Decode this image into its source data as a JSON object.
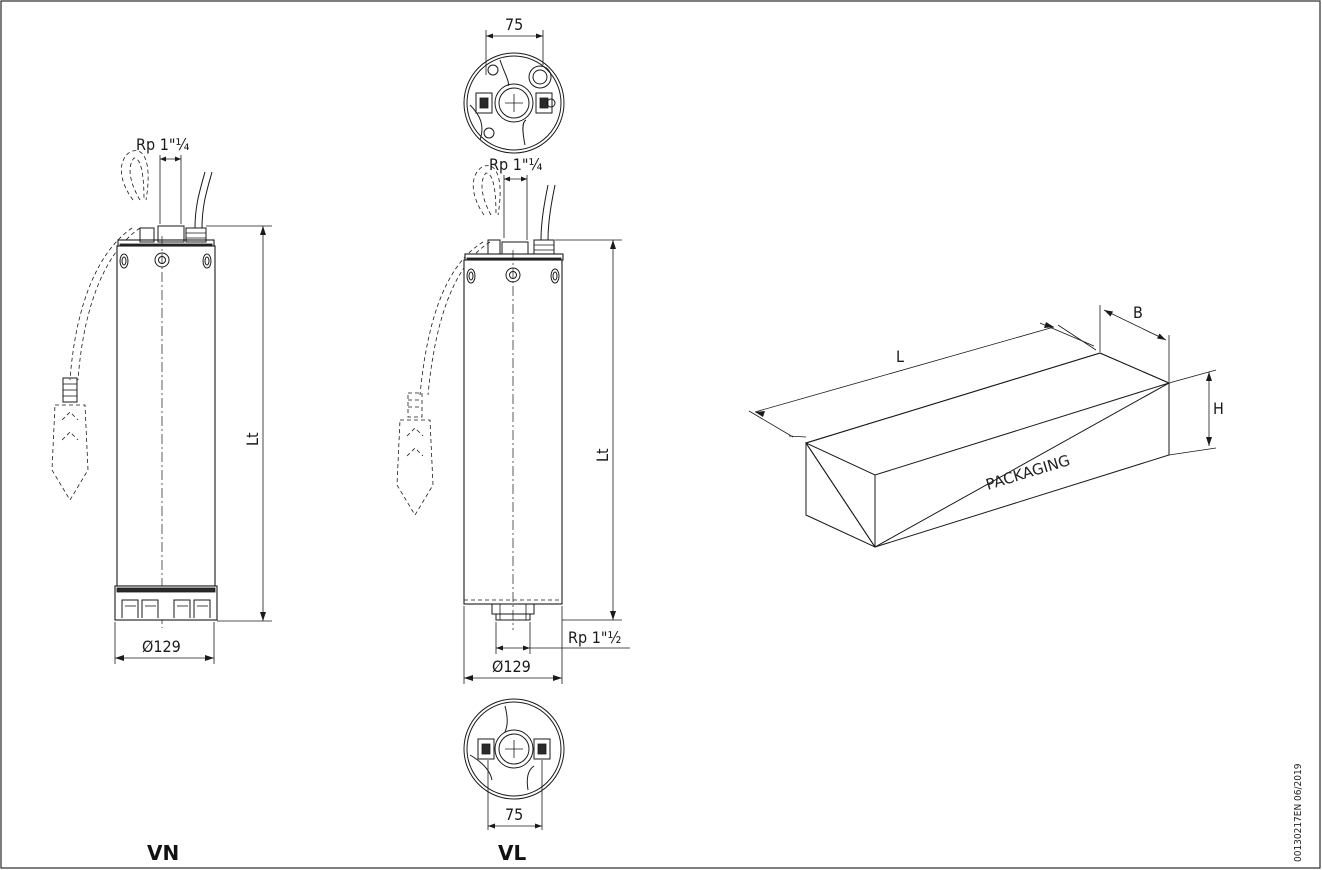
{
  "labels": {
    "vn_caption": "VN",
    "vl_caption": "VL",
    "rp_inlet_vn": "Rp 1\"¼",
    "rp_inlet_vl": "Rp 1\"¼",
    "rp_outlet_vl": "Rp 1\"½",
    "length_vn": "Lt",
    "length_vl": "Lt",
    "diameter_vn": "Ø129",
    "diameter_vl": "Ø129",
    "top_view_width": "75",
    "bottom_view_width": "75",
    "box_length": "L",
    "box_width": "B",
    "box_height": "H",
    "box_label": "PACKAGING",
    "doc_code": "00130217EN 06/2019"
  },
  "colors": {
    "line": "#1a1a1a",
    "frame": "#2a2a2a",
    "background": "#ffffff"
  }
}
